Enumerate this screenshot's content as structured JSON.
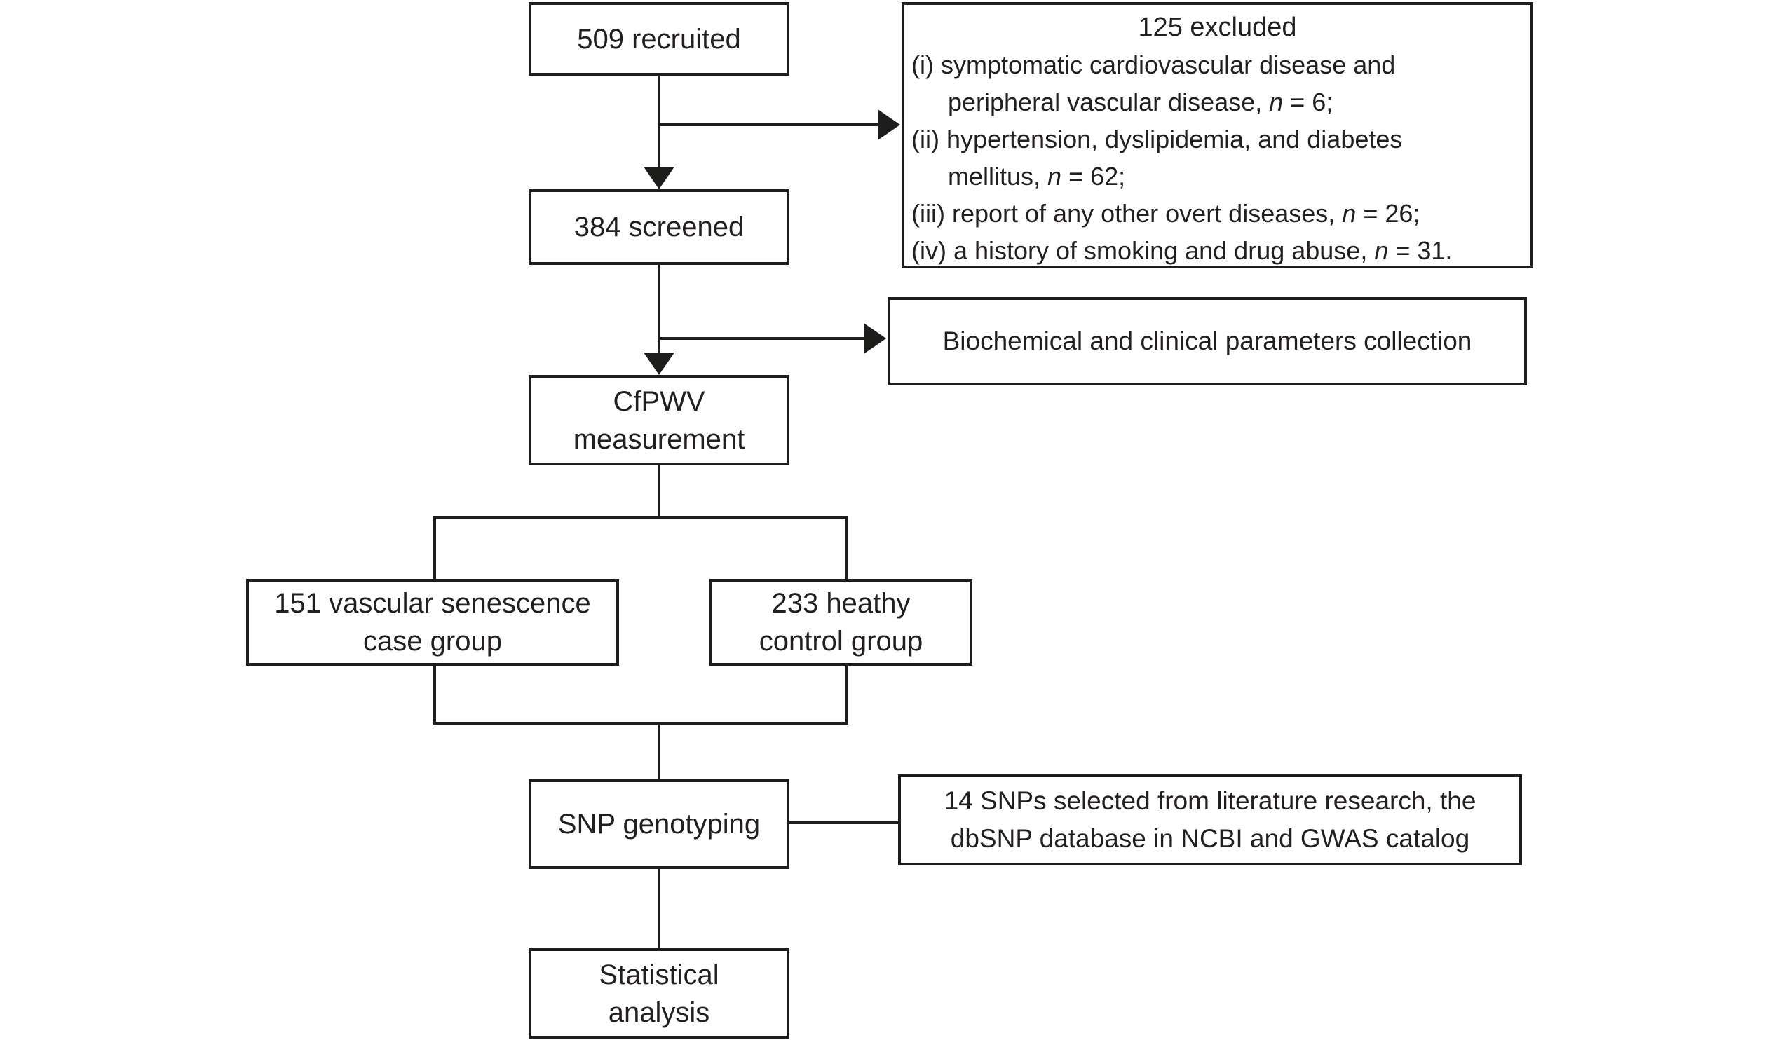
{
  "page": {
    "background_color": "#ffffff",
    "line_color": "#1d1d1b",
    "text_color": "#231f20"
  },
  "flowchart": {
    "recruited": "509 recruited",
    "screened": "384 screened",
    "cfpwv": "CfPWV\nmeasurement",
    "case_group": "151 vascular senescence\ncase group",
    "control_group": "233 heathy\ncontrol group",
    "snp_genotyping": "SNP genotyping",
    "statistical": "Statistical\nanalysis",
    "biochemical": "Biochemical and clinical parameters collection",
    "snps_selected": "14 SNPs selected from literature research, the\ndbSNP database in NCBI and GWAS catalog",
    "excluded": {
      "title": "125 excluded",
      "items": [
        {
          "pre": "(i) symptomatic cardiovascular disease and"
        },
        {
          "pre": "peripheral vascular disease, ",
          "n": "n",
          "post": " = 6;"
        },
        {
          "pre": "(ii) hypertension, dyslipidemia, and diabetes"
        },
        {
          "pre": "mellitus, ",
          "n": "n",
          "post": " = 62;"
        },
        {
          "pre": "(iii) report of any other overt diseases, ",
          "n": "n",
          "post": " = 26;"
        },
        {
          "pre": "(iv) a history of smoking and drug abuse, ",
          "n": "n",
          "post": " = 31."
        }
      ]
    }
  }
}
